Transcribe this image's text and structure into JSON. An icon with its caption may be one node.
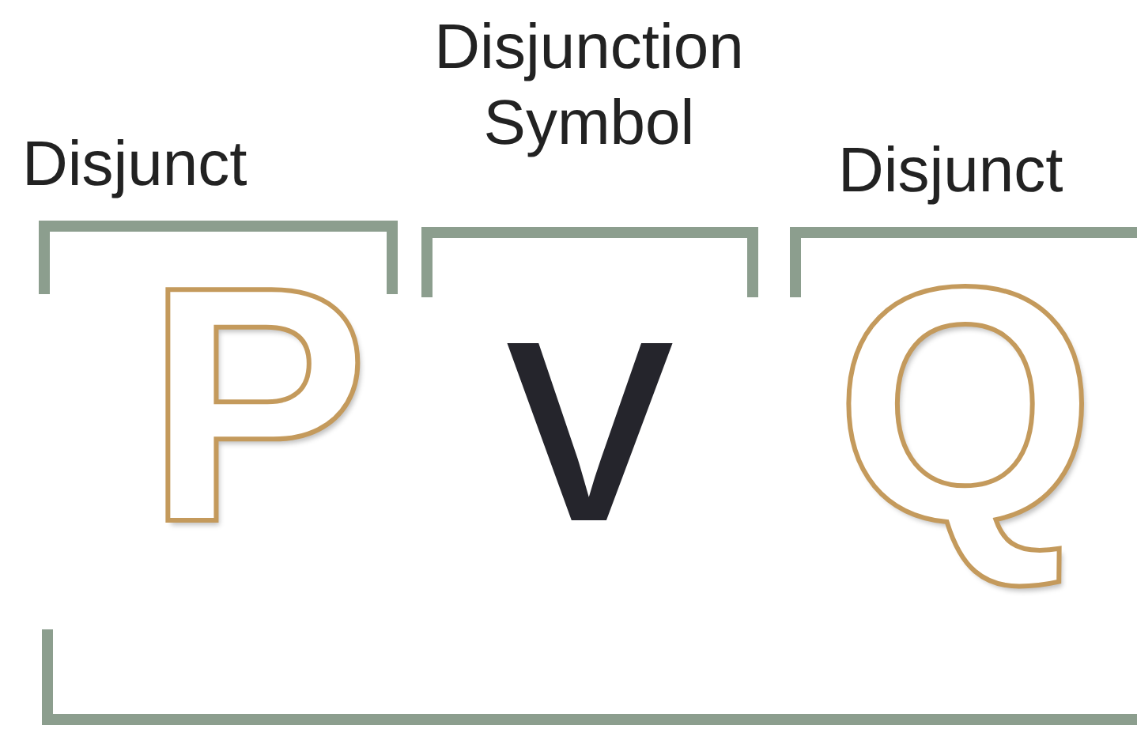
{
  "diagram": {
    "labels": [
      "Disjunct",
      "Disjunction Symbol",
      "Disjunct",
      "P",
      "v",
      "Q"
    ]
  }
}
